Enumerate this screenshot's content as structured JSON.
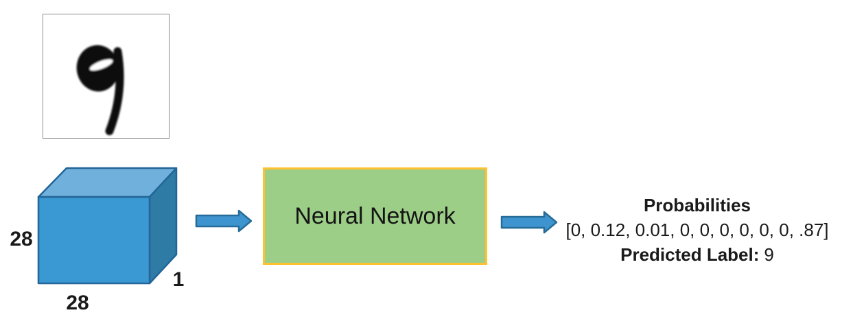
{
  "digit_image": {
    "digit": "9",
    "description": "blurry handwritten digit nine sample"
  },
  "tensor": {
    "height_label": "28",
    "width_label": "28",
    "depth_label": "1",
    "colors": {
      "front": "#3A98D2",
      "top": "#6FB0DC",
      "side": "#2E7BA6",
      "edge": "#236597"
    }
  },
  "arrow": {
    "fill": "#3E94CE",
    "stroke": "#266C99"
  },
  "network": {
    "label": "Neural Network",
    "fill": "#9CCE87",
    "border": "#FFC12E"
  },
  "output": {
    "probabilities_title": "Probabilities",
    "probabilities_vector": "[0, 0.12, 0.01, 0, 0, 0, 0, 0, 0, .87]",
    "predicted_label_prefix": "Predicted Label:",
    "predicted_label_value": "9"
  }
}
